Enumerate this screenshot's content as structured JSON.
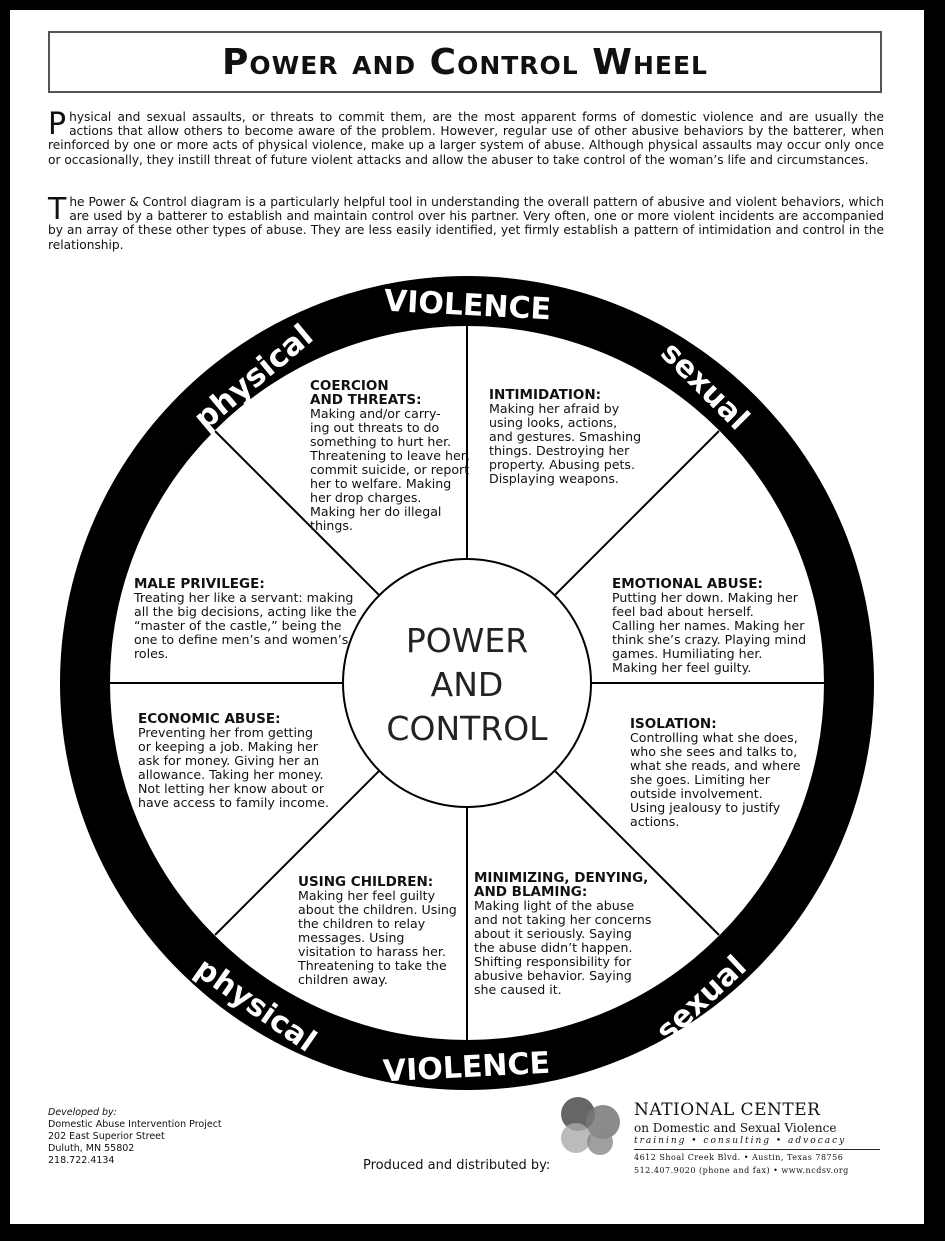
{
  "title": "Power and Control Wheel",
  "intro": {
    "p1_drop": "P",
    "p1": "hysical and sexual assaults, or threats to commit them, are the most apparent forms of domestic violence and are usually the actions that allow others to become aware of the problem. However, regular use of other abusive behaviors by the batterer, when reinforced by one or more acts of physical violence, make up a larger system of abuse. Although physical assaults may occur only once or occasionally, they instill threat of future violent attacks and allow the abuser to take control of the woman’s life and circumstances.",
    "p2_drop": "T",
    "p2": "he Power & Control diagram is a particularly helpful tool in understanding the overall pattern of abusive and violent behaviors, which are used by a batterer to establish and maintain control over his partner. Very often, one or more violent incidents are accompanied by an array of these other types of abuse. They are less easily identified, yet firmly establish a pattern of intimidation and control in the relationship."
  },
  "rim": {
    "violence_top": "VIOLENCE",
    "violence_bottom": "VIOLENCE",
    "physical_top": "physical",
    "physical_bottom": "physical",
    "sexual_top": "sexual",
    "sexual_bottom": "sexual"
  },
  "hub": {
    "line1": "POWER",
    "line2": "AND",
    "line3": "CONTROL"
  },
  "segments": {
    "coercion": {
      "title": [
        "COERCION",
        "AND THREATS:"
      ],
      "body": [
        "Making and/or carry-",
        "ing out threats to do",
        "something to hurt her.",
        "Threatening to leave her,",
        "commit suicide, or report",
        "her to welfare.  Making",
        "her drop charges.",
        "Making her do illegal",
        "things."
      ]
    },
    "intimidation": {
      "title": [
        "INTIMIDATION:"
      ],
      "body": [
        "Making her afraid by",
        "using looks, actions,",
        "and gestures.  Smashing",
        "things.  Destroying her",
        "property.  Abusing pets.",
        "Displaying weapons."
      ]
    },
    "male_privilege": {
      "title": [
        "MALE PRIVILEGE:"
      ],
      "body": [
        "Treating her like a servant: making",
        "all the big decisions, acting like the",
        "“master of the castle,” being the",
        "one to define men’s and women’s",
        "roles."
      ]
    },
    "emotional": {
      "title": [
        "EMOTIONAL ABUSE:"
      ],
      "body": [
        "Putting her down.  Making her",
        "feel bad about herself.",
        "Calling her names.  Making her",
        "think she’s crazy.  Playing mind",
        "games.  Humiliating her.",
        "Making her feel guilty."
      ]
    },
    "economic": {
      "title": [
        "ECONOMIC ABUSE:"
      ],
      "body": [
        "Preventing her from getting",
        "or keeping a job.  Making her",
        "ask for money.  Giving her an",
        "allowance.  Taking her money.",
        "Not letting her know about or",
        "have access to family income."
      ]
    },
    "isolation": {
      "title": [
        "ISOLATION:"
      ],
      "body": [
        "Controlling what she does,",
        "who she sees and talks to,",
        "what she reads, and where",
        "she goes.  Limiting her",
        "outside involvement.",
        "Using jealousy to justify",
        "actions."
      ]
    },
    "children": {
      "title": [
        "USING CHILDREN:"
      ],
      "body": [
        "Making her feel guilty",
        "about the children.  Using",
        "the children to relay",
        "messages.  Using",
        "visitation to harass her.",
        "Threatening to take the",
        "children away."
      ]
    },
    "minimizing": {
      "title": [
        "MINIMIZING, DENYING,",
        "AND BLAMING:"
      ],
      "body": [
        "Making light of the abuse",
        "and not taking her concerns",
        "about it seriously.  Saying",
        "the abuse didn’t happen.",
        "Shifting responsibility for",
        "abusive behavior.  Saying",
        "she caused it."
      ]
    }
  },
  "footer": {
    "developed_by": "Developed by:",
    "org": "Domestic Abuse Intervention Project",
    "street": "202 East Superior Street",
    "city": "Duluth, MN 55802",
    "phone": "218.722.4134",
    "produced": "Produced and distributed by:",
    "nc_name": "NATIONAL CENTER",
    "nc_sub": "on Domestic and Sexual Violence",
    "nc_tagline": "training  •  consulting  •  advocacy",
    "nc_addr1": "4612 Shoal Creek Blvd.  •  Austin, Texas 78756",
    "nc_addr2": "512.407.9020 (phone and fax)  •  www.ncdsv.org"
  }
}
